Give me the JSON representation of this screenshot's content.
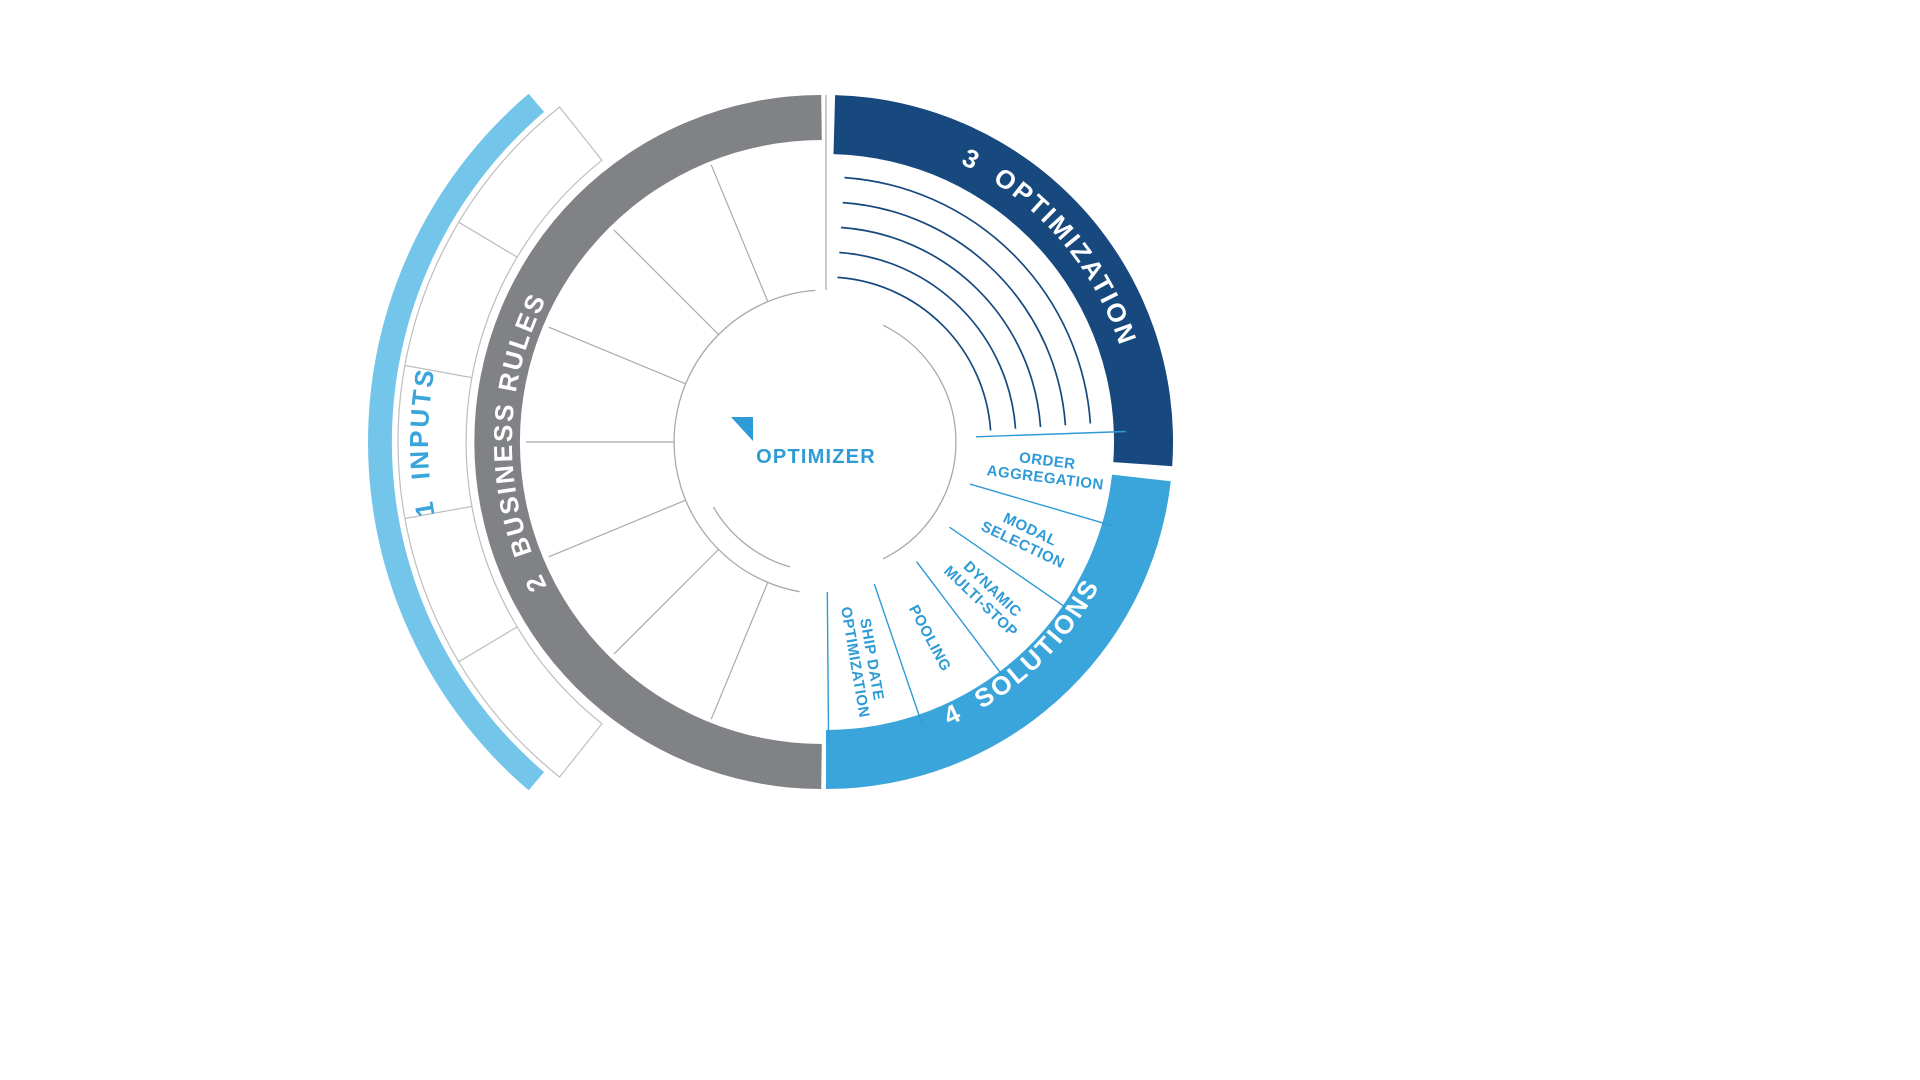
{
  "diagram": {
    "name": "optimizer-process-wheel",
    "center": {
      "label": "OPTIMIZER"
    },
    "rings": {
      "inputs": {
        "label": "1  INPUTS"
      },
      "business_rules": {
        "label": "2  BUSINESS RULES"
      },
      "optimization": {
        "label": "3  OPTIMIZATION"
      },
      "solutions": {
        "label": "4  SOLUTIONS"
      }
    },
    "solution_segments": [
      {
        "line1": "ORDER",
        "line2": "AGGREGATION"
      },
      {
        "line1": "MODAL",
        "line2": "SELECTION"
      },
      {
        "line1": "DYNAMIC",
        "line2": "MULTI-STOP"
      },
      {
        "line1": "POOLING",
        "line2": ""
      },
      {
        "line1": "SHIP DATE",
        "line2": "OPTIMIZATION"
      }
    ]
  },
  "colors": {
    "light-blue": "#74C5EA",
    "ring-blue": "#3AA5DA",
    "navy": "#17497F",
    "gray": "#808285",
    "label-blue": "#2E9BD6",
    "line-gray": "#A7A9AC",
    "band-gray": "#BCBEC0"
  }
}
